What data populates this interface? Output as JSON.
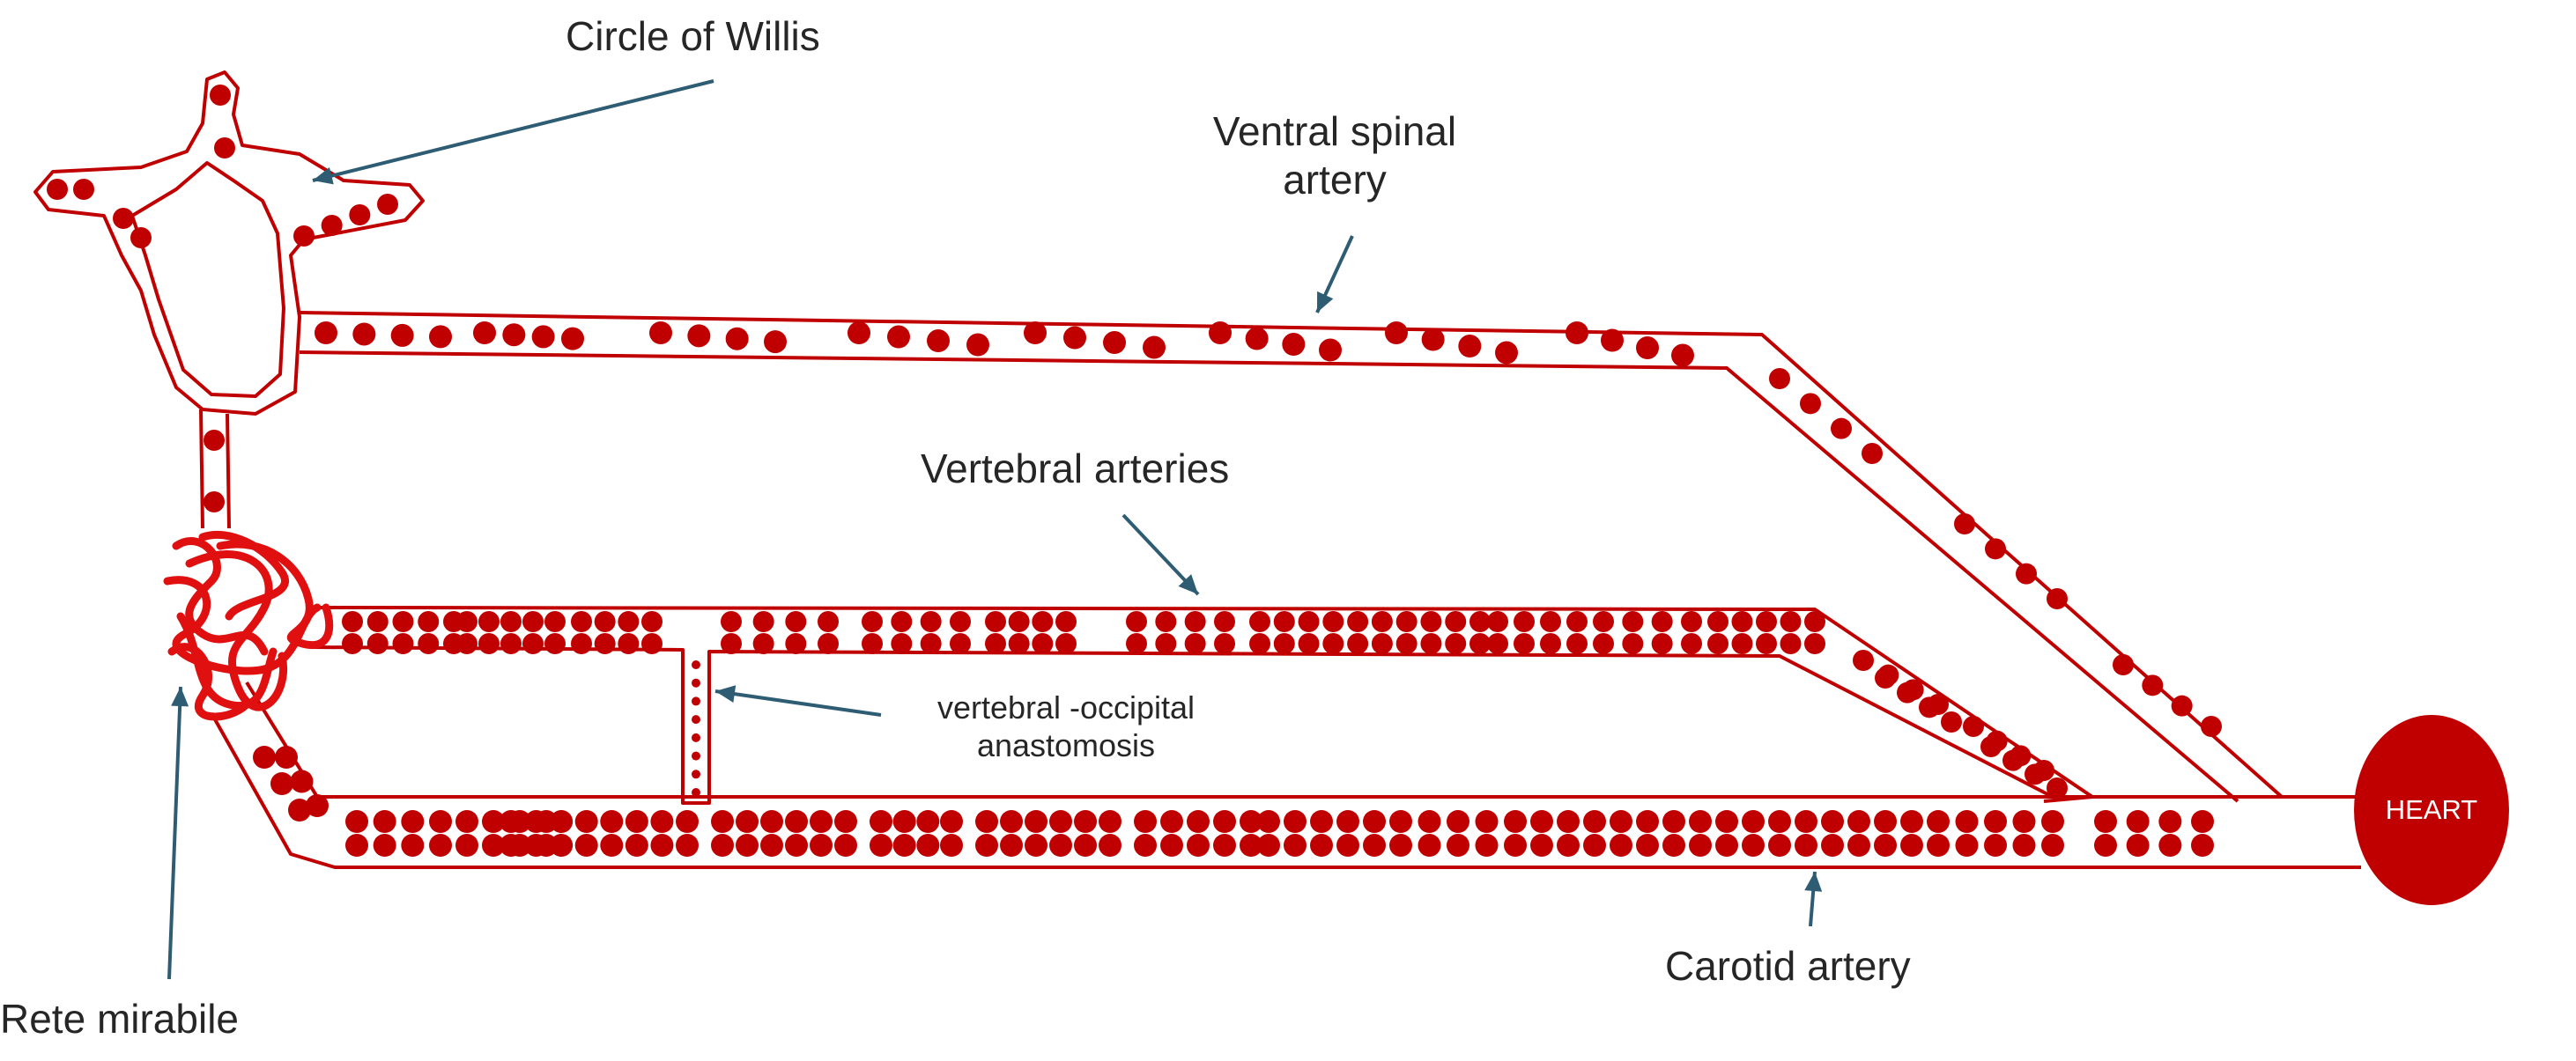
{
  "labels": {
    "circle_of_willis": "Circle of Willis",
    "ventral_spinal_artery_line1": "Ventral spinal",
    "ventral_spinal_artery_line2": "artery",
    "vertebral_arteries": "Vertebral arteries",
    "anastomosis_line1": "vertebral -occipital",
    "anastomosis_line2": "anastomosis",
    "carotid_artery": "Carotid artery",
    "rete_mirabile": "Rete mirabile",
    "heart": "HEART"
  },
  "colors": {
    "vessel": "#c00000",
    "cell": "#c00000",
    "heart": "#c00000",
    "arrow": "#2e5d73",
    "text": "#262626"
  }
}
